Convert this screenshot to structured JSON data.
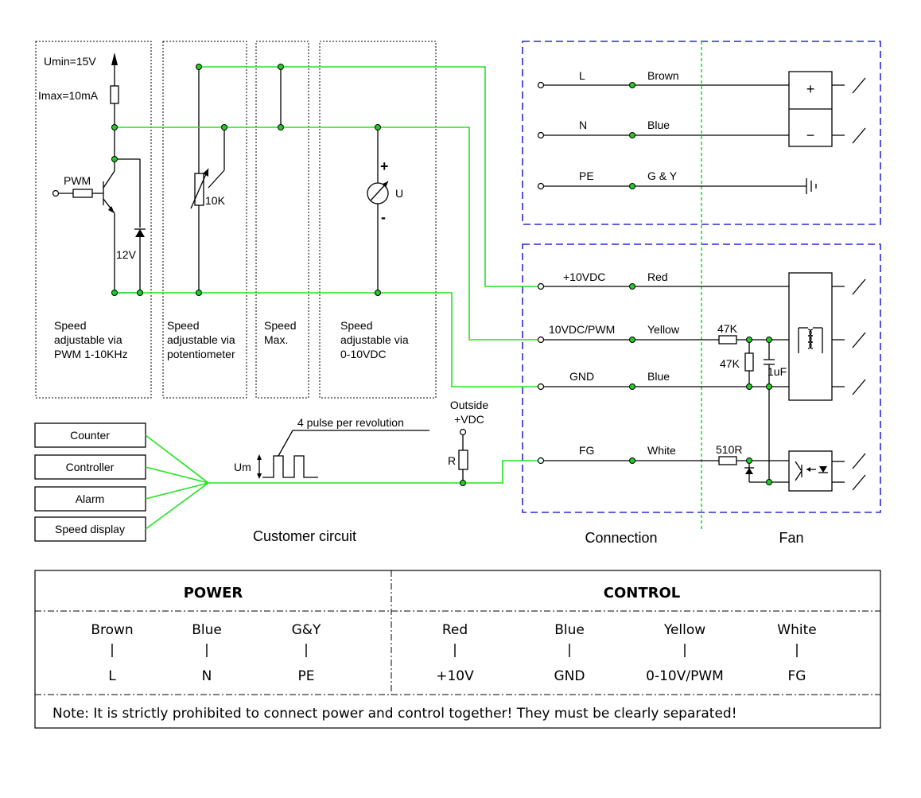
{
  "left_circuits": {
    "umin": "Umin=15V",
    "imax": "Imax=10mA",
    "pwm": "PWM",
    "zener": "12V",
    "pot": "10K",
    "meter": "U",
    "plus": "+",
    "minus": "-",
    "caption_pwm": [
      "Speed",
      "adjustable via",
      "PWM 1-10KHz"
    ],
    "caption_pot": [
      "Speed",
      "adjustable via",
      "potentiometer"
    ],
    "caption_max": [
      "Speed",
      "Max."
    ],
    "caption_vdc": [
      "Speed",
      "adjustable via",
      "0-10VDC"
    ]
  },
  "customer": {
    "boxes": [
      "Counter",
      "Controller",
      "Alarm",
      "Speed display"
    ],
    "pulse_note": "4 pulse per revolution",
    "um": "Um",
    "outside_1": "Outside",
    "outside_2": "+VDC",
    "r": "R",
    "label": "Customer circuit"
  },
  "connection": {
    "power_rows": [
      {
        "signal": "L",
        "wire": "Brown"
      },
      {
        "signal": "N",
        "wire": "Blue"
      },
      {
        "signal": "PE",
        "wire": "G & Y"
      }
    ],
    "control_rows": [
      {
        "signal": "+10VDC",
        "wire": "Red"
      },
      {
        "signal": "10VDC/PWM",
        "wire": "Yellow"
      },
      {
        "signal": "GND",
        "wire": "Blue"
      },
      {
        "signal": "FG",
        "wire": "White"
      }
    ],
    "r47k_a": "47K",
    "r47k_b": "47K",
    "cap": "1uF",
    "r510": "510R",
    "label_connection": "Connection",
    "label_fan": "Fan",
    "psu_plus": "+",
    "psu_minus": "−"
  },
  "table": {
    "power_header": "POWER",
    "control_header": "CONTROL",
    "power_cols": [
      {
        "color": "Brown",
        "signal": "L"
      },
      {
        "color": "Blue",
        "signal": "N"
      },
      {
        "color": "G&Y",
        "signal": "PE"
      }
    ],
    "control_cols": [
      {
        "color": "Red",
        "signal": "+10V"
      },
      {
        "color": "Blue",
        "signal": "GND"
      },
      {
        "color": "Yellow",
        "signal": "0-10V/PWM"
      },
      {
        "color": "White",
        "signal": "FG"
      }
    ],
    "bar": "|",
    "note": "Note: It is strictly prohibited to connect power and control together!  They must be clearly separated!"
  }
}
